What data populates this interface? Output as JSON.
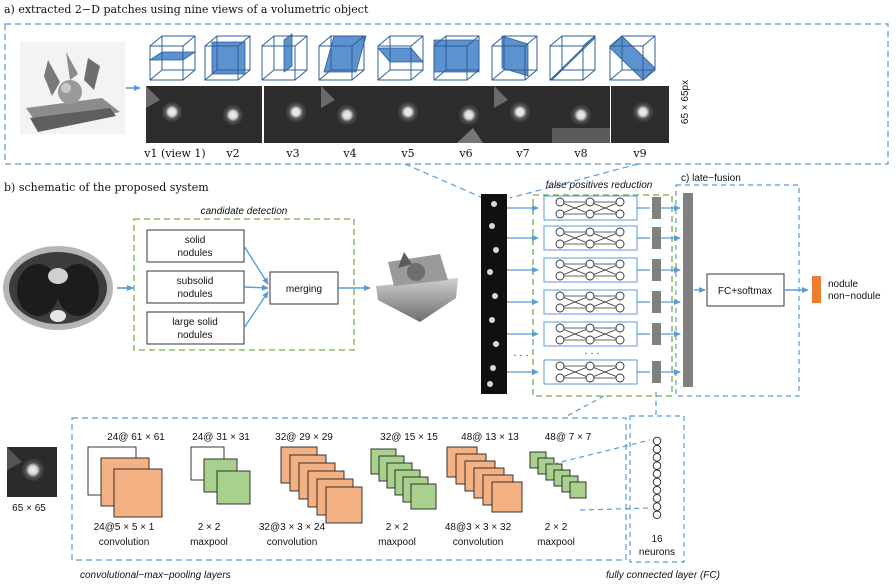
{
  "section_a": {
    "title": "a) extracted 2−D patches using nine views of a volumetric object",
    "view_labels": [
      "v1 (view 1)",
      "v2",
      "v3",
      "v4",
      "v5",
      "v6",
      "v7",
      "v8",
      "v9"
    ],
    "patch_size": "65 × 65px"
  },
  "section_b": {
    "title": "b) schematic of the proposed system",
    "candidate_detection": {
      "title": "candidate detection",
      "detectors": [
        [
          "solid",
          "nodules"
        ],
        [
          "subsolid",
          "nodules"
        ],
        [
          "large solid",
          "nodules"
        ]
      ],
      "merging": "merging"
    },
    "fp_reduction_title": "false positives reduction",
    "ellipsis": "· · ·",
    "late_fusion": {
      "title": "c) late−fusion",
      "fc_softmax": "FC+softmax"
    },
    "output": {
      "nodule": "nodule",
      "non_nodule": "non−nodule"
    }
  },
  "cnn": {
    "input_label": "65 × 65",
    "layers": [
      {
        "top": "24@ 61 × 61",
        "op": "24@5 × 5 × 1",
        "name": "convolution",
        "color": "#f4b183"
      },
      {
        "top": "24@ 31 × 31",
        "op": "2 × 2",
        "name": "maxpool",
        "color": "#a9d18e"
      },
      {
        "top": "32@ 29 × 29",
        "op": "32@3 × 3 × 24",
        "name": "convolution",
        "color": "#f4b183"
      },
      {
        "top": "32@ 15 × 15",
        "op": "2 × 2",
        "name": "maxpool",
        "color": "#a9d18e"
      },
      {
        "top": "48@ 13 × 13",
        "op": "48@3 × 3 × 32",
        "name": "convolution",
        "color": "#f4b183"
      },
      {
        "top": "48@ 7 × 7",
        "op": "2 × 2",
        "name": "maxpool",
        "color": "#a9d18e"
      }
    ],
    "fc_neurons": "16",
    "fc_neurons_label": "neurons",
    "conv_caption": "convolutional−max−pooling layers",
    "fc_caption": "fully connected layer (FC)"
  },
  "colors": {
    "dash_blue": "#5b9bd5",
    "dash_green": "#70ad47",
    "plane_blue": "#4a86c8",
    "orange": "#f4b183",
    "green": "#a9d18e",
    "output_orange": "#ed7d31",
    "gray_bar": "#808080"
  }
}
